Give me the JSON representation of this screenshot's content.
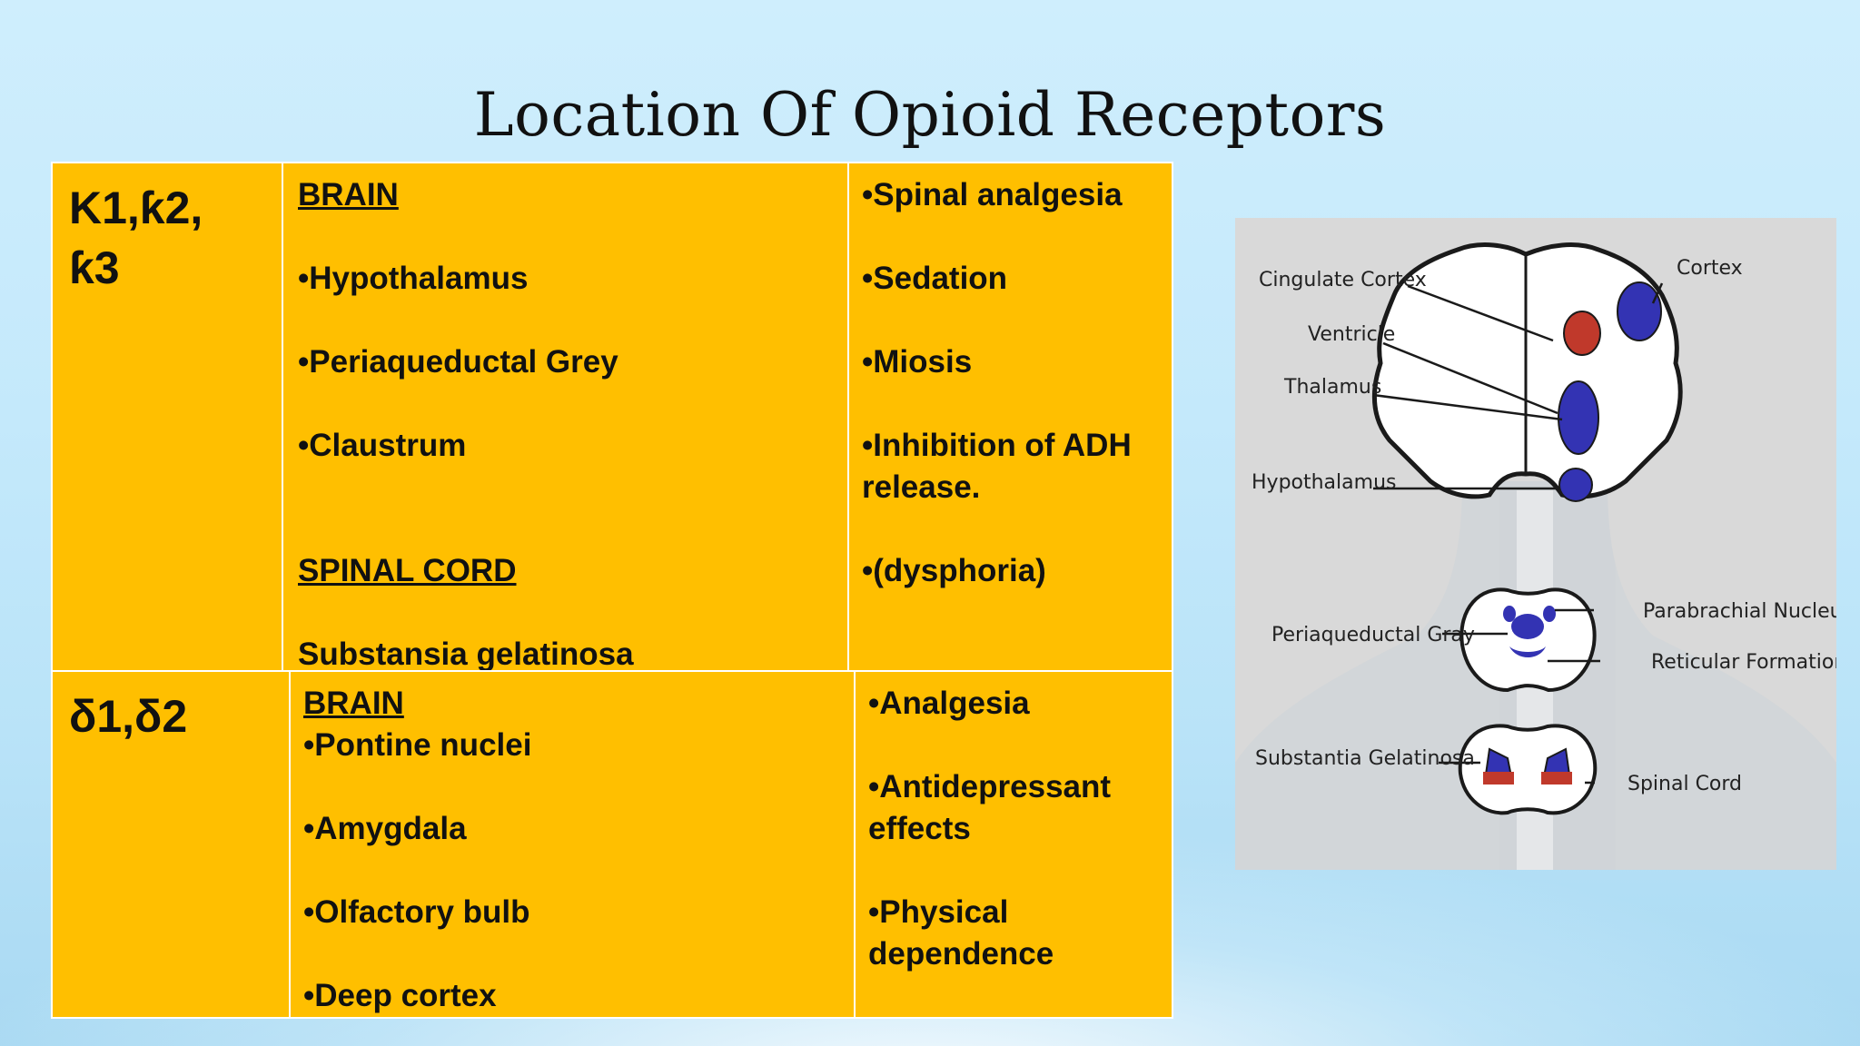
{
  "slide": {
    "title": "Location Of Opioid Receptors"
  },
  "table": {
    "kappa": {
      "receptor_lines": [
        "Κ1,ƙ2,",
        "ƙ3"
      ],
      "brain_heading": "BRAIN",
      "brain_items": [
        "•Hypothalamus",
        "•Periaqueductal Grey",
        "•Claustrum"
      ],
      "spinal_heading": "SPINAL CORD",
      "spinal_item": "Substansia gelatinosa",
      "effects": [
        "•Spinal analgesia",
        "•Sedation",
        "•Miosis",
        "•Inhibition of ADH",
        "release.",
        "•(dysphoria)"
      ]
    },
    "delta": {
      "receptor": "δ1,δ2",
      "brain_heading": "BRAIN",
      "brain_items": [
        "•Pontine nuclei",
        "•Amygdala",
        "•Olfactory bulb",
        "•Deep cortex"
      ],
      "effects": [
        "•Analgesia",
        "•Antidepressant",
        "effects",
        "•Physical",
        "dependence"
      ]
    }
  },
  "figure": {
    "labels": {
      "cingulate_cortex": "Cingulate Cortex",
      "cortex": "Cortex",
      "ventricle": "Ventricle",
      "thalamus": "Thalamus",
      "hypothalamus": "Hypothalamus",
      "periaqueductal_gray": "Periaqueductal Gray",
      "parabrachial_nucleus": "Parabrachial Nucleus",
      "reticular_formation": "Reticular Formation",
      "substantia_gelatinosa": "Substantia Gelatinosa",
      "spinal_cord": "Spinal Cord"
    },
    "colors": {
      "blue": "#3333b3",
      "red": "#c0392b",
      "outline": "#1a1a1a"
    }
  }
}
